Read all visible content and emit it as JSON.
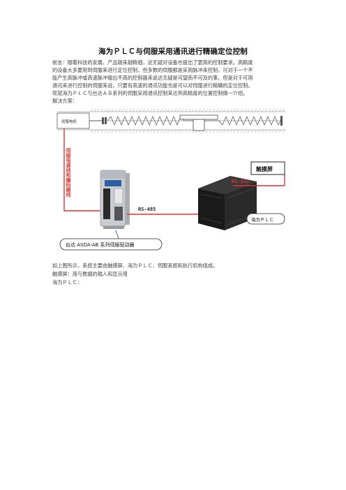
{
  "document": {
    "title": "海为ＰＬＣ与伺服采用通讯进行精确定位控制",
    "intro_lines": [
      "前言：随着科技的发展，产品越来越精细，这无疑对设备也提出了更高的控制要求。高精度",
      "的设备大多要用到伺服来进行定位控制，但多数的伺服都是采用脉冲来控制，可对于一个不",
      "能产生高脉冲或高速脉冲输出不高的控制器来说这无疑是可望而不可及的事。但是对于可用",
      "通讯来进行控制的伺服来说，只要有高速的通讯功能也是可以对伺服进行精确的定位控制。",
      "现就海为ＰＬＣ与台达ＡＢ系列的伺服采用通讯控制来达到高精度的位置控制做一介绍。",
      "解决方案："
    ],
    "after_lines": [
      "如上图所示，系统主要由触摸屏、海为ＰＬＣ、伺服系统和执行机构组成。",
      "触摸屏：用与数据的输入和显示用",
      "海为ＰＬＣ："
    ]
  },
  "diagram": {
    "motor_label": "伺服电机",
    "cable_label": "伺服电源线和编码器线",
    "touchscreen_label": "触摸屏",
    "rs232_label": "RS-232",
    "rs485_label": "RS-485",
    "plc_label": "海为ＰＬＣ",
    "servo_label": "台达 ASDA-AB 系列伺服驱动器",
    "colors": {
      "cable_red": "#d9352f",
      "box_black": "#1a1a1a",
      "drive_gray": "#c9ccd0"
    }
  }
}
